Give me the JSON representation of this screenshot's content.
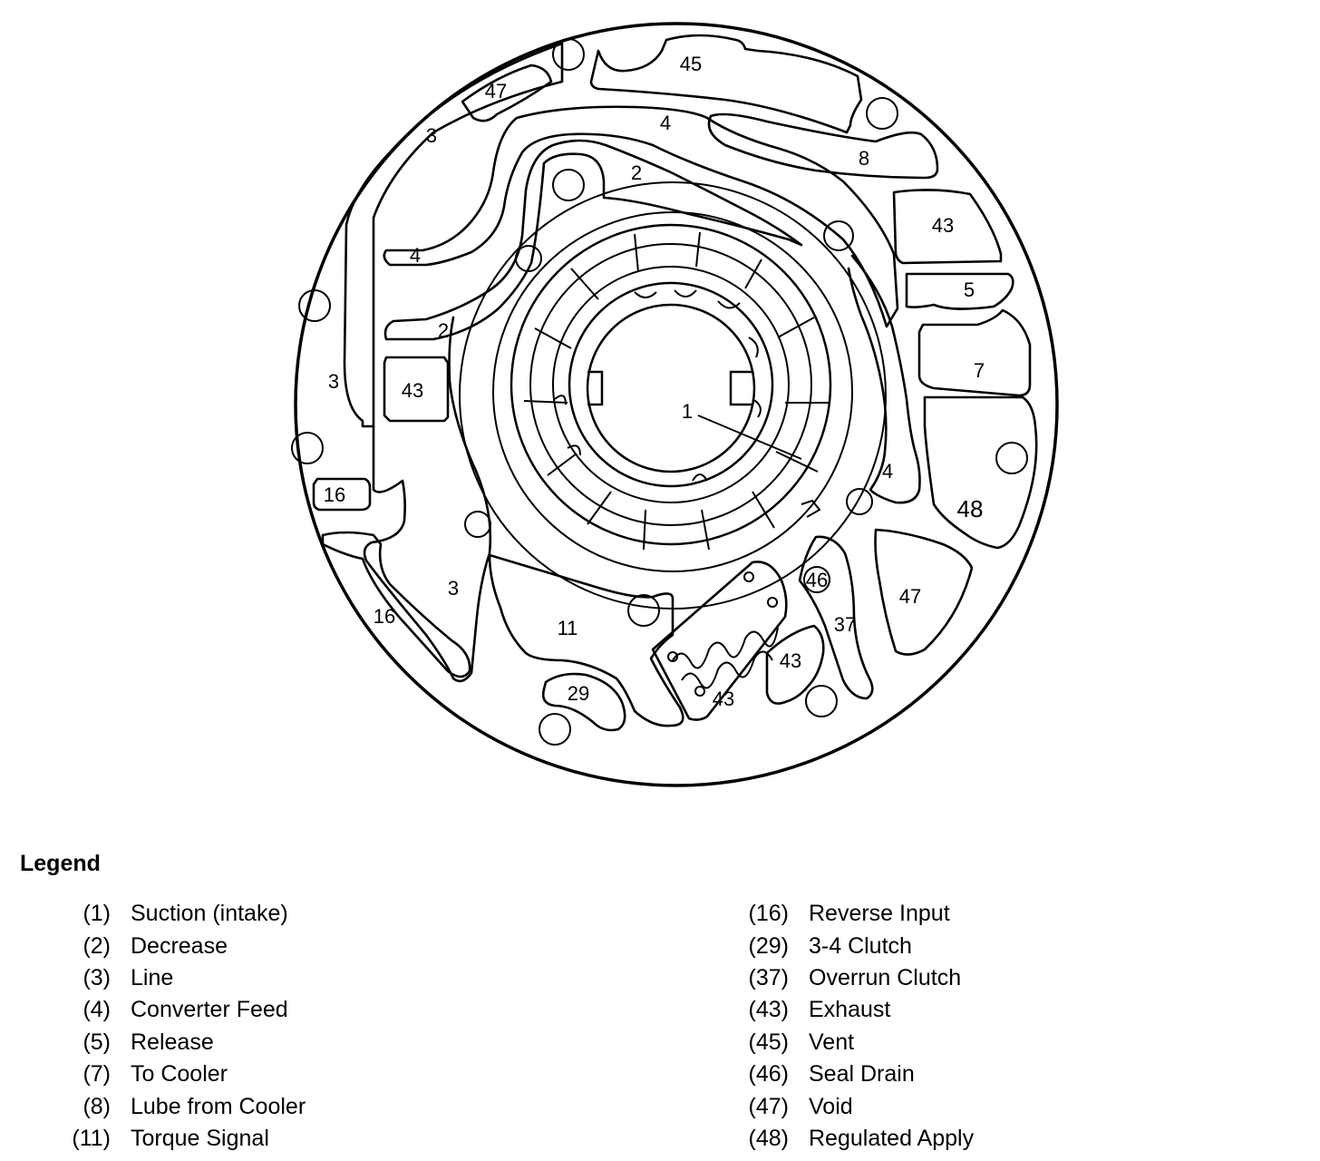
{
  "diagram": {
    "labels": {
      "l45": "45",
      "l47a": "47",
      "l3a": "3",
      "l4a": "4",
      "l8": "8",
      "l2a": "2",
      "l43a": "43",
      "l4b": "4",
      "l5": "5",
      "l2b": "2",
      "l7": "7",
      "l3b": "3",
      "l43b": "43",
      "l1": "1",
      "l4c": "4",
      "l48": "48",
      "l16a": "16",
      "l3c": "3",
      "l16b": "16",
      "l11": "11",
      "l46": "46",
      "l47b": "47",
      "l37": "37",
      "l43c": "43",
      "l43d": "43",
      "l29": "29"
    }
  },
  "legend": {
    "title": "Legend",
    "left": [
      {
        "num": "(1)",
        "text": "Suction (intake)"
      },
      {
        "num": "(2)",
        "text": "Decrease"
      },
      {
        "num": "(3)",
        "text": "Line"
      },
      {
        "num": "(4)",
        "text": "Converter Feed"
      },
      {
        "num": "(5)",
        "text": "Release"
      },
      {
        "num": "(7)",
        "text": "To Cooler"
      },
      {
        "num": "(8)",
        "text": "Lube from Cooler"
      },
      {
        "num": "(11)",
        "text": "Torque Signal"
      }
    ],
    "right": [
      {
        "num": "(16)",
        "text": "Reverse Input"
      },
      {
        "num": "(29)",
        "text": "3-4 Clutch"
      },
      {
        "num": "(37)",
        "text": "Overrun Clutch"
      },
      {
        "num": "(43)",
        "text": "Exhaust"
      },
      {
        "num": "(45)",
        "text": "Vent"
      },
      {
        "num": "(46)",
        "text": "Seal Drain"
      },
      {
        "num": "(47)",
        "text": "Void"
      },
      {
        "num": "(48)",
        "text": "Regulated Apply"
      }
    ]
  }
}
